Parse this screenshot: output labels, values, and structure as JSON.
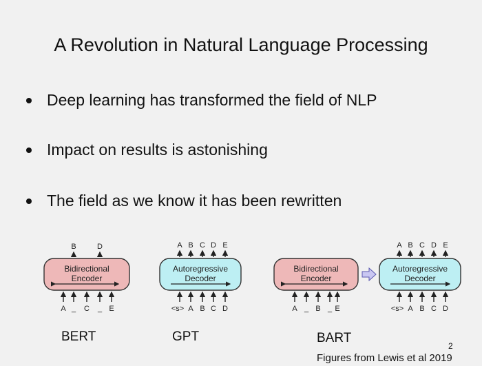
{
  "slide": {
    "title": "A Revolution in  Natural Language Processing",
    "bullets": [
      "Deep learning has transformed the field of NLP",
      "Impact on results is astonishing",
      "The field as we know it has been rewritten"
    ],
    "page_number": "2",
    "caption": "Figures from Lewis et al 2019"
  },
  "diagrams": {
    "bert": {
      "label": "BERT",
      "box_line1": "Bidirectional",
      "box_line2": "Encoder",
      "top_tokens": [
        "B",
        "D"
      ],
      "bottom_tokens": [
        "A",
        "_",
        "C",
        "_",
        "E"
      ],
      "fill": "#eeb8b8"
    },
    "gpt": {
      "label": "GPT",
      "box_line1": "Autoregressive",
      "box_line2": "Decoder",
      "top_tokens": [
        "A",
        "B",
        "C",
        "D",
        "E"
      ],
      "bottom_tokens": [
        "<s>",
        "A",
        "B",
        "C",
        "D"
      ],
      "fill": "#bdeff3"
    },
    "bart": {
      "label": "BART",
      "encoder_line1": "Bidirectional",
      "encoder_line2": "Encoder",
      "decoder_line1": "Autoregressive",
      "decoder_line2": "Decoder",
      "encoder_bottom_tokens": [
        "A",
        "_",
        "B",
        "_",
        "E"
      ],
      "decoder_top_tokens": [
        "A",
        "B",
        "C",
        "D",
        "E"
      ],
      "decoder_bottom_tokens": [
        "<s>",
        "A",
        "B",
        "C",
        "D"
      ]
    }
  }
}
